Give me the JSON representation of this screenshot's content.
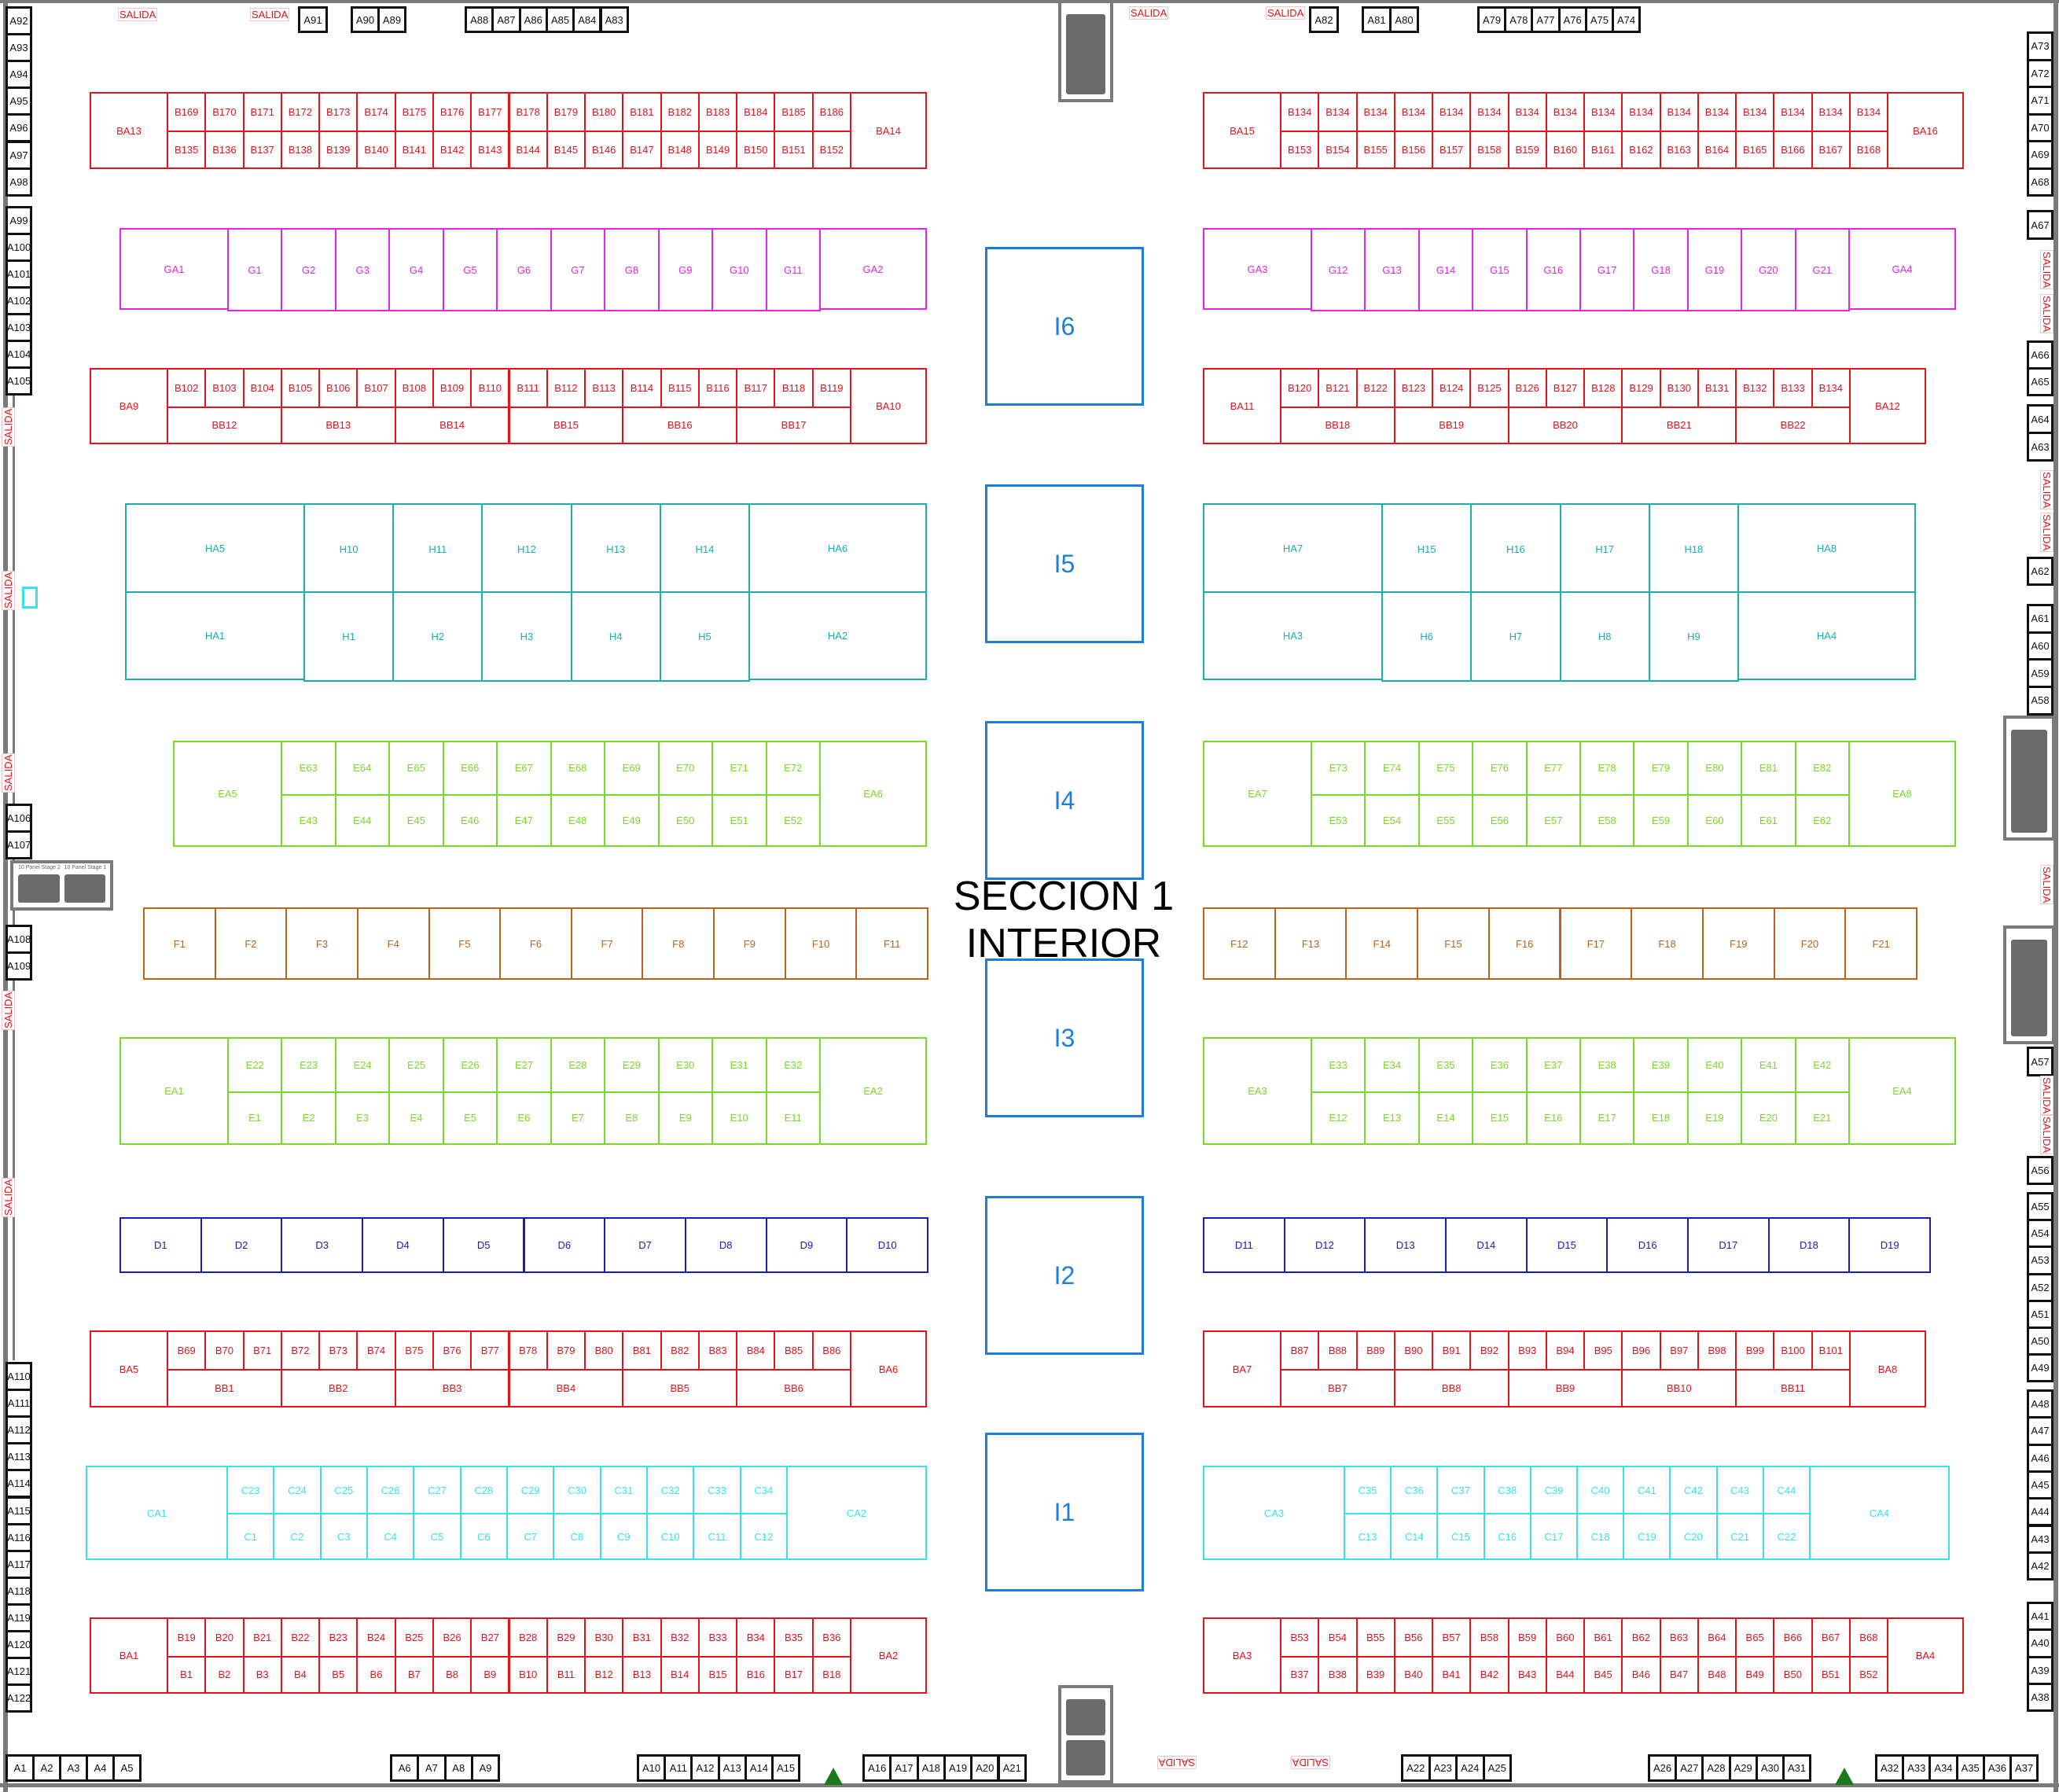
{
  "title": {
    "line1": "SECCION 1",
    "line2": "INTERIOR"
  },
  "exit_label": "SALIDA",
  "stage_labels": {
    "stage1": "10 Panel Stage 1",
    "stage2": "10 Panel Stage 2"
  },
  "colors": {
    "B": "#e3121b",
    "G": "#e026e0",
    "H": "#1aaeae",
    "E": "#78d926",
    "F": "#b8641b",
    "D": "#1b1bb3",
    "C": "#37e3ea",
    "I": "#1f7fd8",
    "A": "#111111"
  },
  "islands": [
    "I6",
    "I5",
    "I4",
    "I3",
    "I2",
    "I1"
  ],
  "blocks": {
    "b_top_l": {
      "left": "BA13",
      "right": "BA14",
      "top": [
        "B169",
        "B170",
        "B171",
        "B172",
        "B173",
        "B174",
        "B175",
        "B176",
        "B177",
        "B178",
        "B179",
        "B180",
        "B181",
        "B182",
        "B183",
        "B184",
        "B185",
        "B186"
      ],
      "bottom": [
        "B135",
        "B136",
        "B137",
        "B138",
        "B139",
        "B140",
        "B141",
        "B142",
        "B143",
        "B144",
        "B145",
        "B146",
        "B147",
        "B148",
        "B149",
        "B150",
        "B151",
        "B152"
      ]
    },
    "b_top_r": {
      "left": "BA15",
      "right": "BA16",
      "top": [
        "B134",
        "B134",
        "B134",
        "B134",
        "B134",
        "B134",
        "B134",
        "B134",
        "B134",
        "B134",
        "B134",
        "B134",
        "B134",
        "B134",
        "B134",
        "B134"
      ],
      "bottom": [
        "B153",
        "B154",
        "B155",
        "B156",
        "B157",
        "B158",
        "B159",
        "B160",
        "B161",
        "B162",
        "B163",
        "B164",
        "B165",
        "B166",
        "B167",
        "B168"
      ]
    },
    "g_l": {
      "left": "GA1",
      "right": "GA2",
      "top": [
        "G1",
        "G2",
        "G3",
        "G4",
        "G5",
        "G6",
        "G7",
        "G8",
        "G9",
        "G10",
        "G11"
      ]
    },
    "g_r": {
      "left": "GA3",
      "right": "GA4",
      "top": [
        "G12",
        "G13",
        "G14",
        "G15",
        "G16",
        "G17",
        "G18",
        "G19",
        "G20",
        "G21"
      ]
    },
    "b9_l": {
      "left": "BA9",
      "right": "BA10",
      "top": [
        "B102",
        "B103",
        "B104",
        "B105",
        "B106",
        "B107",
        "B108",
        "B109",
        "B110",
        "B111",
        "B112",
        "B113",
        "B114",
        "B115",
        "B116",
        "B117",
        "B118",
        "B119"
      ],
      "bottom": [
        "BB12",
        "BB13",
        "BB14",
        "BB15",
        "BB16",
        "BB17"
      ]
    },
    "b9_r": {
      "left": "BA11",
      "right": "BA12",
      "top": [
        "B120",
        "B121",
        "B122",
        "B123",
        "B124",
        "B125",
        "B126",
        "B127",
        "B128",
        "B129",
        "B130",
        "B131",
        "B132",
        "B133",
        "B134"
      ],
      "bottom": [
        "BB18",
        "BB19",
        "BB20",
        "BB21",
        "BB22"
      ]
    },
    "h_l_top": {
      "left": "HA5",
      "right": "HA6",
      "top": [
        "H10",
        "H11",
        "H12",
        "H13",
        "H14"
      ]
    },
    "h_l_bot": {
      "left": "HA1",
      "right": "HA2",
      "top": [
        "H1",
        "H2",
        "H3",
        "H4",
        "H5"
      ]
    },
    "h_r_top": {
      "left": "HA7",
      "right": "HA8",
      "top": [
        "H15",
        "H16",
        "H17",
        "H18"
      ]
    },
    "h_r_bot": {
      "left": "HA3",
      "right": "HA4",
      "top": [
        "H6",
        "H7",
        "H8",
        "H9"
      ]
    },
    "e_up_l": {
      "left": "EA5",
      "right": "EA6",
      "top": [
        "E63",
        "E64",
        "E65",
        "E66",
        "E67",
        "E68",
        "E69",
        "E70",
        "E71",
        "E72"
      ],
      "bottom": [
        "E43",
        "E44",
        "E45",
        "E46",
        "E47",
        "E48",
        "E49",
        "E50",
        "E51",
        "E52"
      ]
    },
    "e_up_r": {
      "left": "EA7",
      "right": "EA8",
      "top": [
        "E73",
        "E74",
        "E75",
        "E76",
        "E77",
        "E78",
        "E79",
        "E80",
        "E81",
        "E82"
      ],
      "bottom": [
        "E53",
        "E54",
        "E55",
        "E56",
        "E57",
        "E58",
        "E59",
        "E60",
        "E61",
        "E62"
      ]
    },
    "f_l": {
      "top": [
        "F1",
        "F2",
        "F3",
        "F4",
        "F5",
        "F6",
        "F7",
        "F8",
        "F9",
        "F10",
        "F11"
      ]
    },
    "f_r": {
      "top": [
        "F12",
        "F13",
        "F14",
        "F15",
        "F16",
        "F17",
        "F18",
        "F19",
        "F20",
        "F21"
      ]
    },
    "e_lo_l": {
      "left": "EA1",
      "right": "EA2",
      "top": [
        "E22",
        "E23",
        "E24",
        "E25",
        "E26",
        "E27",
        "E28",
        "E29",
        "E30",
        "E31",
        "E32"
      ],
      "bottom": [
        "E1",
        "E2",
        "E3",
        "E4",
        "E5",
        "E6",
        "E7",
        "E8",
        "E9",
        "E10",
        "E11"
      ]
    },
    "e_lo_r": {
      "left": "EA3",
      "right": "EA4",
      "top": [
        "E33",
        "E34",
        "E35",
        "E36",
        "E37",
        "E38",
        "E39",
        "E40",
        "E41",
        "E42"
      ],
      "bottom": [
        "E12",
        "E13",
        "E14",
        "E15",
        "E16",
        "E17",
        "E18",
        "E19",
        "E20",
        "E21"
      ]
    },
    "d_l": {
      "top": [
        "D1",
        "D2",
        "D3",
        "D4",
        "D5",
        "D6",
        "D7",
        "D8",
        "D9",
        "D10"
      ]
    },
    "d_r": {
      "top": [
        "D11",
        "D12",
        "D13",
        "D14",
        "D15",
        "D16",
        "D17",
        "D18",
        "D19"
      ]
    },
    "b5_l": {
      "left": "BA5",
      "right": "BA6",
      "top": [
        "B69",
        "B70",
        "B71",
        "B72",
        "B73",
        "B74",
        "B75",
        "B76",
        "B77",
        "B78",
        "B79",
        "B80",
        "B81",
        "B82",
        "B83",
        "B84",
        "B85",
        "B86"
      ],
      "bottom": [
        "BB1",
        "BB2",
        "BB3",
        "BB4",
        "BB5",
        "BB6"
      ]
    },
    "b5_r": {
      "left": "BA7",
      "right": "BA8",
      "top": [
        "B87",
        "B88",
        "B89",
        "B90",
        "B91",
        "B92",
        "B93",
        "B94",
        "B95",
        "B96",
        "B97",
        "B98",
        "B99",
        "B100",
        "B101"
      ],
      "bottom": [
        "BB7",
        "BB8",
        "BB9",
        "BB10",
        "BB11"
      ]
    },
    "c_l": {
      "left": "CA1",
      "right": "CA2",
      "top": [
        "C23",
        "C24",
        "C25",
        "C26",
        "C27",
        "C28",
        "C29",
        "C30",
        "C31",
        "C32",
        "C33",
        "C34"
      ],
      "bottom": [
        "C1",
        "C2",
        "C3",
        "C4",
        "C5",
        "C6",
        "C7",
        "C8",
        "C9",
        "C10",
        "C11",
        "C12"
      ]
    },
    "c_r": {
      "left": "CA3",
      "right": "CA4",
      "top": [
        "C35",
        "C36",
        "C37",
        "C38",
        "C39",
        "C40",
        "C41",
        "C42",
        "C43",
        "C44"
      ],
      "bottom": [
        "C13",
        "C14",
        "C15",
        "C16",
        "C17",
        "C18",
        "C19",
        "C20",
        "C21",
        "C22"
      ]
    },
    "b1_l": {
      "left": "BA1",
      "right": "BA2",
      "top": [
        "B19",
        "B20",
        "B21",
        "B22",
        "B23",
        "B24",
        "B25",
        "B26",
        "B27",
        "B28",
        "B29",
        "B30",
        "B31",
        "B32",
        "B33",
        "B34",
        "B35",
        "B36"
      ],
      "bottom": [
        "B1",
        "B2",
        "B3",
        "B4",
        "B5",
        "B6",
        "B7",
        "B8",
        "B9",
        "B10",
        "B11",
        "B12",
        "B13",
        "B14",
        "B15",
        "B16",
        "B17",
        "B18"
      ]
    },
    "b1_r": {
      "left": "BA3",
      "right": "BA4",
      "top": [
        "B53",
        "B54",
        "B55",
        "B56",
        "B57",
        "B58",
        "B59",
        "B60",
        "B61",
        "B62",
        "B63",
        "B64",
        "B65",
        "B66",
        "B67",
        "B68"
      ],
      "bottom": [
        "B37",
        "B38",
        "B39",
        "B40",
        "B41",
        "B42",
        "B43",
        "B44",
        "B45",
        "B46",
        "B47",
        "B48",
        "B49",
        "B50",
        "B51",
        "B52"
      ]
    }
  },
  "perimeter": {
    "left_1": [
      "A92",
      "A93",
      "A94",
      "A95",
      "A96",
      "A97",
      "A98"
    ],
    "left_2": [
      "A99",
      "A100",
      "A101",
      "A102",
      "A103",
      "A104",
      "A105"
    ],
    "left_3": [
      "A106",
      "A107"
    ],
    "left_4": [
      "A108",
      "A109"
    ],
    "left_5": [
      "A110",
      "A111",
      "A112",
      "A113",
      "A114",
      "A115",
      "A116",
      "A117",
      "A118",
      "A119",
      "A120",
      "A121",
      "A122"
    ],
    "right_1": [
      "A73",
      "A72",
      "A71",
      "A70",
      "A69",
      "A68"
    ],
    "right_2": [
      "A67"
    ],
    "right_3": [
      "A66",
      "A65"
    ],
    "right_4": [
      "A64",
      "A63"
    ],
    "right_5": [
      "A62"
    ],
    "right_6": [
      "A61",
      "A60",
      "A59",
      "A58"
    ],
    "right_7": [
      "A57"
    ],
    "right_8": [
      "A56"
    ],
    "right_9": [
      "A55",
      "A54",
      "A53",
      "A52",
      "A51",
      "A50",
      "A49"
    ],
    "right_10": [
      "A48",
      "A47",
      "A46",
      "A45",
      "A44",
      "A43",
      "A42"
    ],
    "right_11": [
      "A41",
      "A40",
      "A39",
      "A38"
    ],
    "top_1": [
      "A91"
    ],
    "top_2": [
      "A90",
      "A89"
    ],
    "top_3": [
      "A88",
      "A87",
      "A86",
      "A85",
      "A84",
      "A83"
    ],
    "top_4": [
      "A82"
    ],
    "top_5": [
      "A81",
      "A80"
    ],
    "top_6": [
      "A79",
      "A78",
      "A77",
      "A76",
      "A75",
      "A74"
    ],
    "bottom_1": [
      "A1",
      "A2",
      "A3",
      "A4",
      "A5"
    ],
    "bottom_2": [
      "A6",
      "A7",
      "A8",
      "A9"
    ],
    "bottom_3": [
      "A10",
      "A11",
      "A12",
      "A13",
      "A14",
      "A15"
    ],
    "bottom_4": [
      "A16",
      "A17",
      "A18",
      "A19",
      "A20",
      "A21"
    ],
    "bottom_5": [
      "A22",
      "A23",
      "A24",
      "A25"
    ],
    "bottom_6": [
      "A26",
      "A27",
      "A28",
      "A29",
      "A30",
      "A31"
    ],
    "bottom_7": [
      "A32",
      "A33",
      "A34",
      "A35",
      "A36",
      "A37"
    ]
  }
}
